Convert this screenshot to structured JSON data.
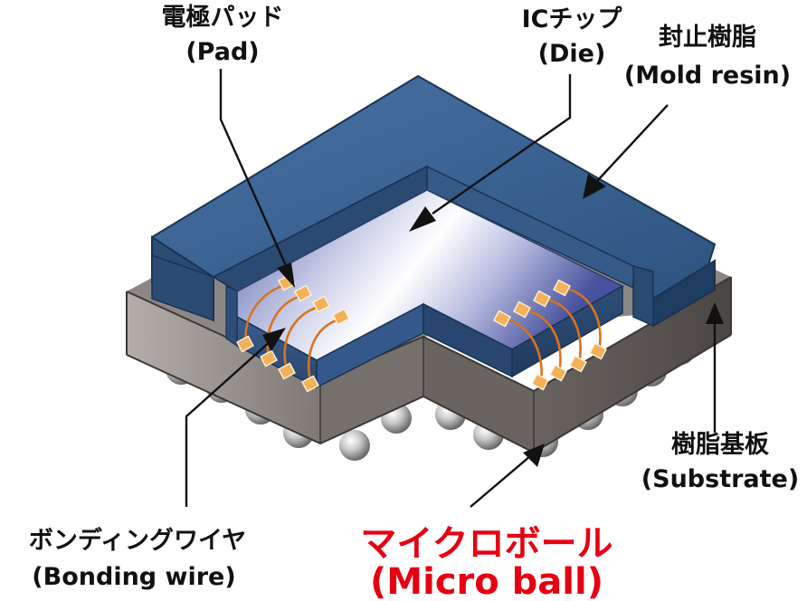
{
  "labels": {
    "pad": {
      "ja": "電極パッド",
      "en": "(Pad)"
    },
    "die": {
      "ja": "ICチップ",
      "en": "(Die)"
    },
    "mold": {
      "ja": "封止樹脂",
      "en": "(Mold resin)"
    },
    "substrate": {
      "ja": "樹脂基板",
      "en": "(Substrate)"
    },
    "wire": {
      "ja": "ボンディングワイヤ",
      "en": "(Bonding wire)"
    },
    "ball": {
      "ja": "マイクロボール",
      "en": "(Micro ball)"
    }
  },
  "colors": {
    "text": "#111111",
    "highlight": "#e60012",
    "mold_top": "#3b6290",
    "mold_side": "#26466b",
    "die_light": "#ffffff",
    "die_blue": "#4a5aa8",
    "substrate_top": "#8c8784",
    "substrate_side": "#5f5956",
    "wire": "#d9731c",
    "pad": "#f2b15a"
  }
}
